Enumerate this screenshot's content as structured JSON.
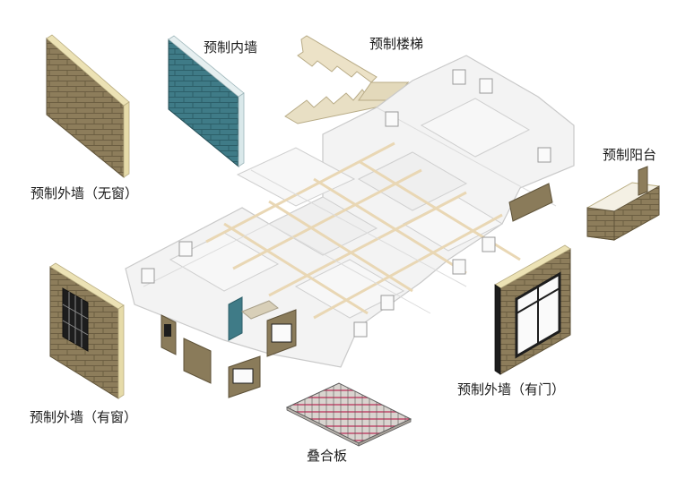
{
  "labels": {
    "exterior_wall_no_window": "预制外墙（无窗）",
    "interior_wall": "预制内墙",
    "stair": "预制楼梯",
    "balcony": "预制阳台",
    "exterior_wall_with_window": "预制外墙（有窗）",
    "exterior_wall_with_door": "预制外墙（有门）",
    "composite_slab": "叠合板"
  },
  "colors": {
    "exterior_wall_face": "#8a7b5a",
    "exterior_wall_edge": "#ece2b5",
    "interior_wall_face": "#3f7b87",
    "interior_wall_edge": "#d9e8ea",
    "building_body": "#f3f3f3",
    "building_outline": "#c9c9c9",
    "beam_accent": "#e9d7b4",
    "window_frame": "#1d1d1d",
    "slab_rebar": "#c04a6a"
  }
}
